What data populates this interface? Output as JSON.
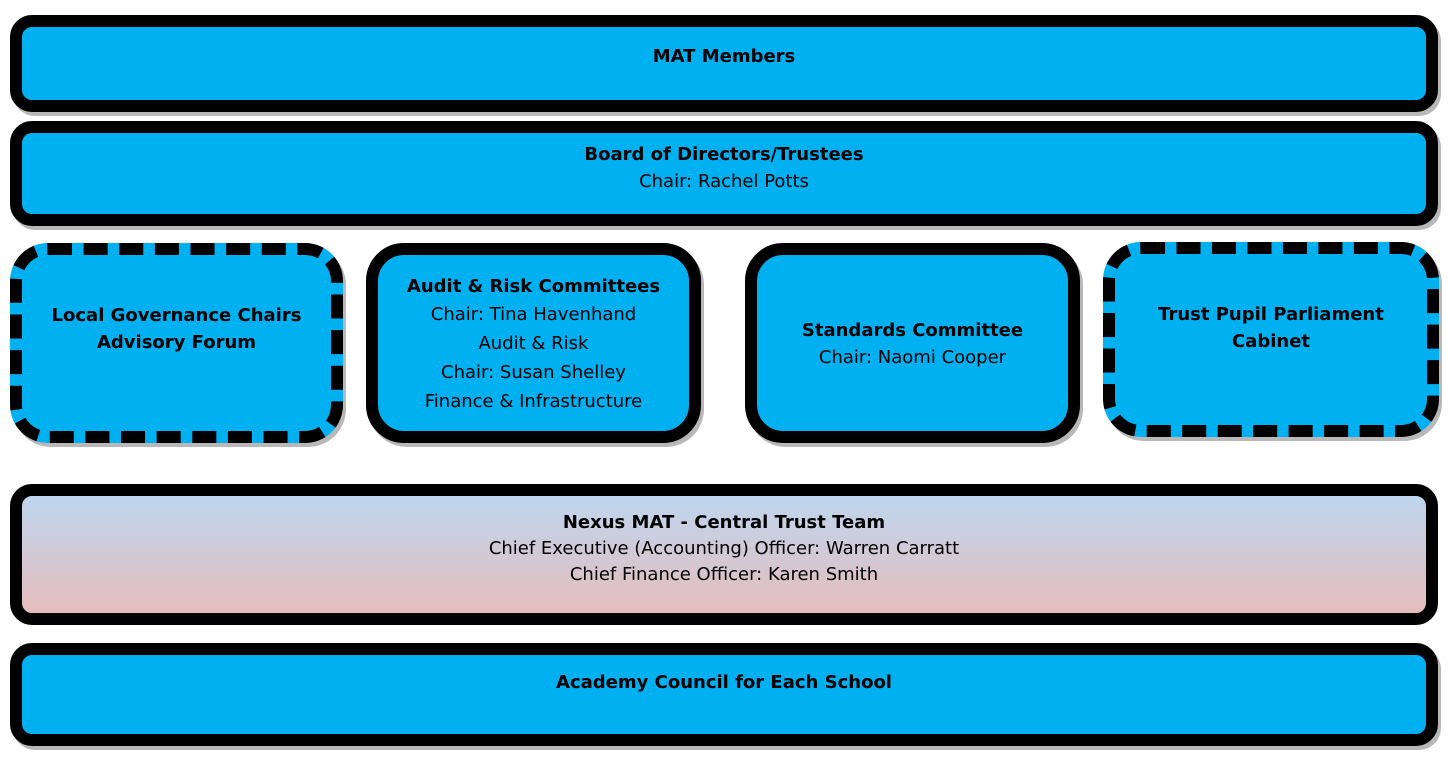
{
  "colors": {
    "box_fill": "#00b0f0",
    "box_border": "#000000",
    "gradient_top": "#bed6ef",
    "gradient_bottom": "#e6bcbc"
  },
  "mat_members": {
    "title": "MAT Members"
  },
  "board": {
    "title": "Board of Directors/Trustees",
    "chair": "Chair: Rachel Potts"
  },
  "local_governance": {
    "title_line1": "Local Governance Chairs",
    "title_line2": "Advisory Forum"
  },
  "audit_risk": {
    "title": "Audit & Risk Committees",
    "lines": [
      "Chair: Tina Havenhand",
      "Audit & Risk",
      "Chair: Susan Shelley",
      "Finance & Infrastructure"
    ]
  },
  "standards": {
    "title": "Standards Committee",
    "chair": "Chair: Naomi Cooper"
  },
  "pupil_parliament": {
    "title_line1": "Trust Pupil Parliament",
    "title_line2": "Cabinet"
  },
  "central_team": {
    "title": "Nexus MAT - Central Trust Team",
    "ceo": "Chief Executive (Accounting) Officer: Warren Carratt",
    "cfo": "Chief Finance Officer: Karen Smith"
  },
  "academy_council": {
    "title": "Academy Council for Each School"
  }
}
